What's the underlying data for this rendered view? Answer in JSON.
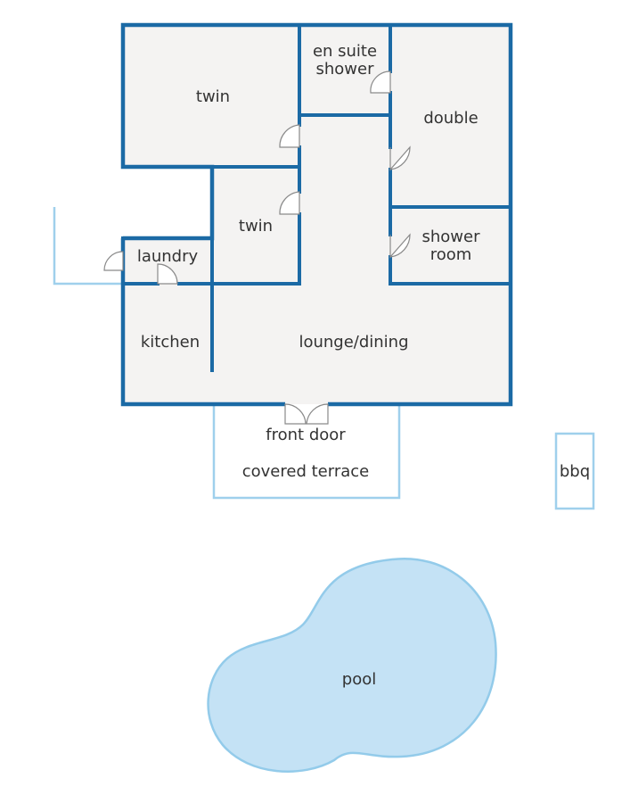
{
  "rooms": {
    "twin_top": "twin",
    "en_suite_line1": "en suite",
    "en_suite_line2": "shower",
    "double": "double",
    "twin_middle": "twin",
    "shower_room_line1": "shower",
    "shower_room_line2": "room",
    "laundry": "laundry",
    "kitchen": "kitchen",
    "lounge_dining": "lounge/dining"
  },
  "outdoor": {
    "front_door": "front door",
    "covered_terrace": "covered terrace",
    "bbq": "bbq",
    "pool": "pool"
  },
  "colors": {
    "wall": "#1b6aa5",
    "light_wall": "#9fd0ec",
    "room_fill": "#f4f3f2",
    "pool_fill": "#c4e2f5"
  }
}
